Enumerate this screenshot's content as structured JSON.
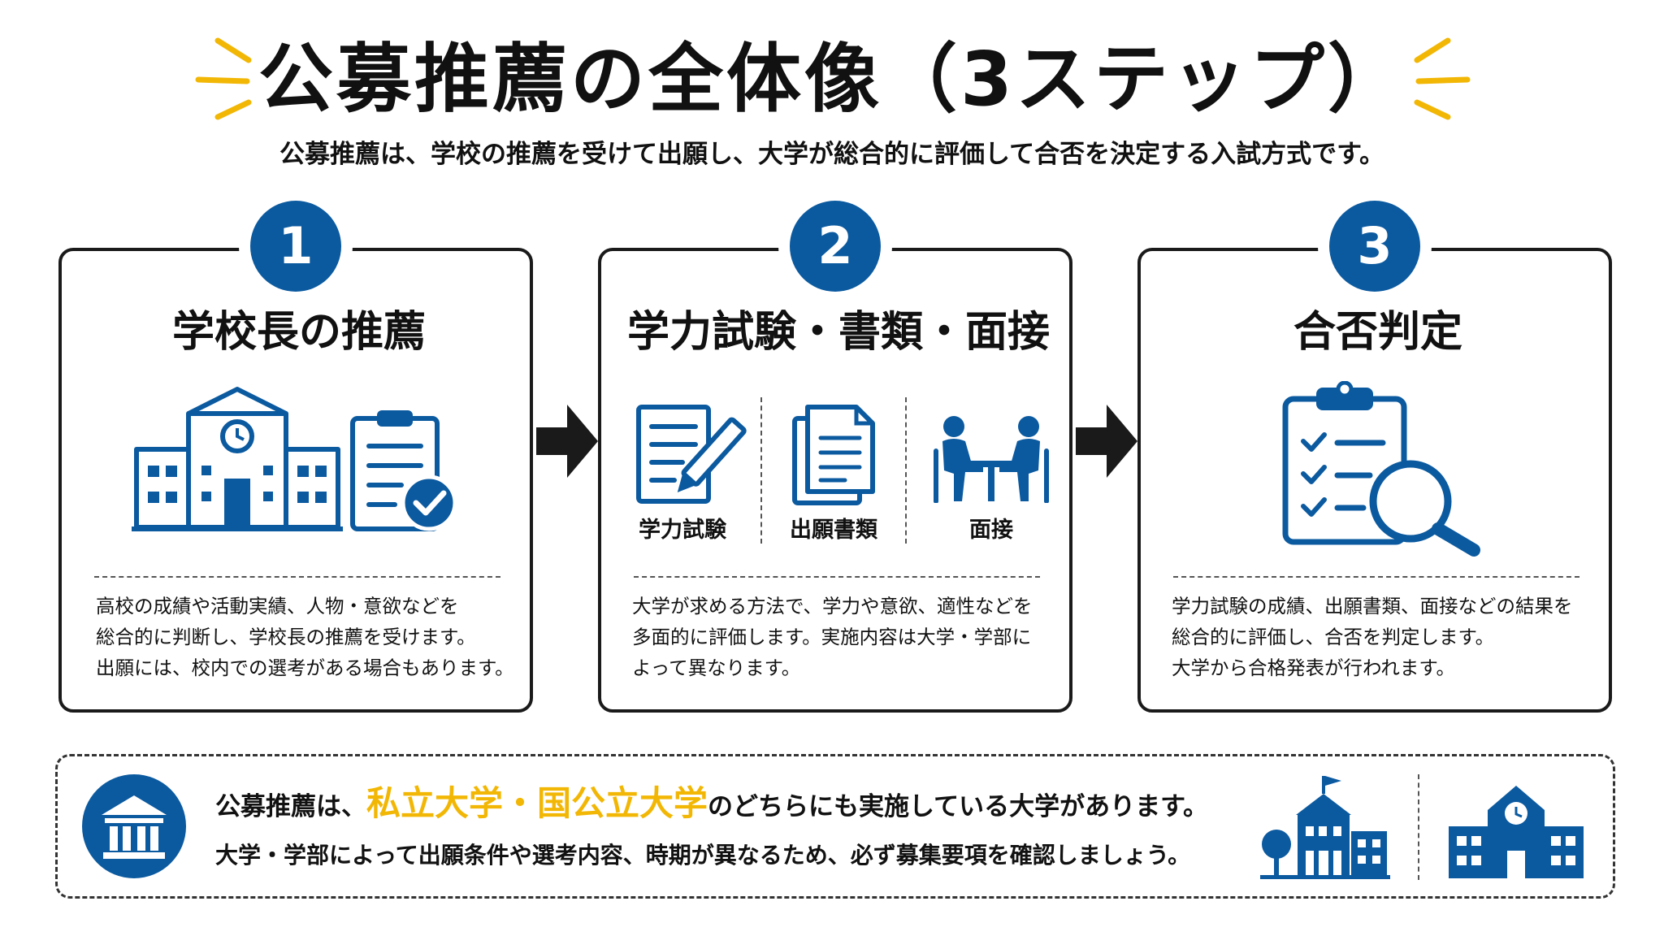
{
  "header": {
    "title": "公募推薦の全体像（3ステップ）",
    "subtitle": "公募推薦は、学校の推薦を受けて出願し、大学が総合的に評価して合否を決定する入試方式です。"
  },
  "steps": [
    {
      "number": "1",
      "title": "学校長の推薦",
      "icons": [
        "school-building-icon",
        "clipboard-check-icon"
      ],
      "description": [
        "高校の成績や活動実績、人物・意欲などを",
        "総合的に判断し、学校長の推薦を受けます。",
        "出願には、校内での選考がある場合もあります。"
      ]
    },
    {
      "number": "2",
      "title": "学力試験・書類・面接",
      "items": [
        {
          "label": "学力試験",
          "icon": "exam-pen-icon"
        },
        {
          "label": "出願書類",
          "icon": "documents-icon"
        },
        {
          "label": "面接",
          "icon": "interview-icon"
        }
      ],
      "description": [
        "大学が求める方法で、学力や意欲、適性などを",
        "多面的に評価します。実施内容は大学・学部に",
        "よって異なります。"
      ]
    },
    {
      "number": "3",
      "title": "合否判定",
      "icons": [
        "checklist-magnifier-icon"
      ],
      "description": [
        "学力試験の成績、出願書類、面接などの結果を",
        "総合的に評価し、合否を判定します。",
        "大学から合格発表が行われます。"
      ]
    }
  ],
  "note": {
    "line1_prefix": "公募推薦は、",
    "line1_highlight": "私立大学・国公立大学",
    "line1_suffix": "のどちらにも実施している大学があります。",
    "line2": "大学・学部によって出願条件や選考内容、時期が異なるため、必ず募集要項を確認しましょう。"
  },
  "colors": {
    "primary_blue": "#0b5aa0",
    "highlight_yellow": "#f2b705",
    "text": "#111111",
    "border": "#1a1a1a"
  }
}
